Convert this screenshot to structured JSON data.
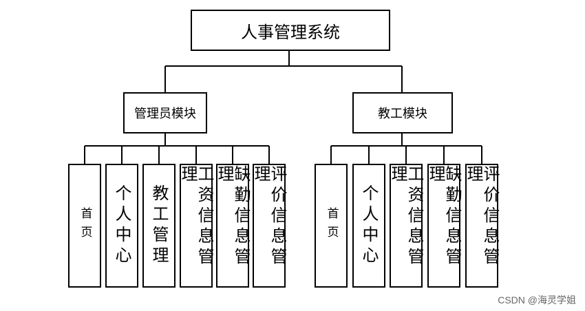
{
  "root": {
    "label": "人事管理系统"
  },
  "modules": [
    {
      "label": "管理员模块",
      "children": [
        "首页",
        "个人中心",
        "教工管理",
        "工资信息管理",
        "缺勤信息管理",
        "评价信息管理"
      ]
    },
    {
      "label": "教工模块",
      "children": [
        "首页",
        "个人中心",
        "工资信息管理",
        "缺勤信息管理",
        "评价信息管理"
      ]
    }
  ],
  "watermark": "CSDN @海灵学姐"
}
